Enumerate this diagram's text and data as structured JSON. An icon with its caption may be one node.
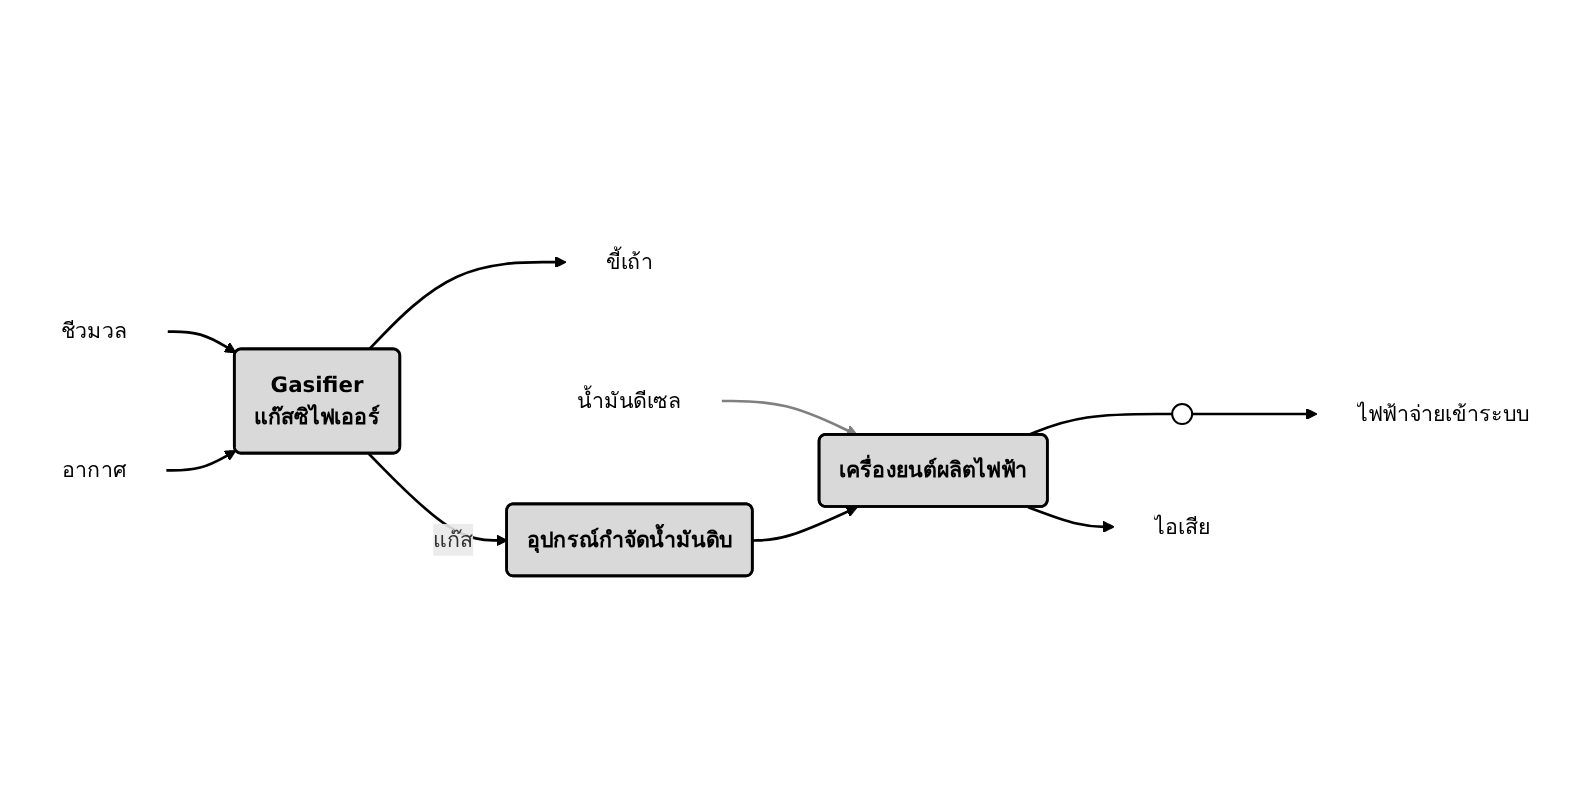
{
  "diagram": {
    "nodes": [
      {
        "text": [
          "ชีวมวล"
        ]
      },
      {
        "text": [
          "อากาศ"
        ]
      },
      {
        "text": [
          "Gasifier",
          "แก๊สซิไฟเออร์"
        ]
      },
      {
        "text": [
          "ขี้เถ้า"
        ]
      },
      {
        "text": [
          "อุปกรณ์กำจัดน้ำมันดิบ"
        ]
      },
      {
        "text": [
          "น้ำมันดีเซล"
        ]
      },
      {
        "text": [
          "เครื่องยนต์ผลิตไฟฟ้า"
        ]
      },
      {
        "text": [],
        "shape": "circle"
      },
      {
        "text": [
          "ไฟฟ้าจ่ายเข้าระบบ"
        ]
      },
      {
        "text": [
          "ไอเสีย"
        ]
      }
    ],
    "edges": [
      {
        "from": 0,
        "to": 2,
        "arrow": "to"
      },
      {
        "from": 1,
        "to": 2,
        "arrow": "to"
      },
      {
        "from": 2,
        "to": 3,
        "arrow": "to"
      },
      {
        "from": 2,
        "to": 4,
        "arrow": "to",
        "label": "แก๊ส"
      },
      {
        "from": 5,
        "to": 6,
        "arrow": "to",
        "color": "#808080"
      },
      {
        "from": 4,
        "to": 6,
        "arrow": "to"
      },
      {
        "from": 6,
        "to": 7,
        "arrow": "none"
      },
      {
        "from": 7,
        "to": 8,
        "arrow": "to"
      },
      {
        "from": 6,
        "to": 9,
        "arrow": "to"
      }
    ]
  }
}
